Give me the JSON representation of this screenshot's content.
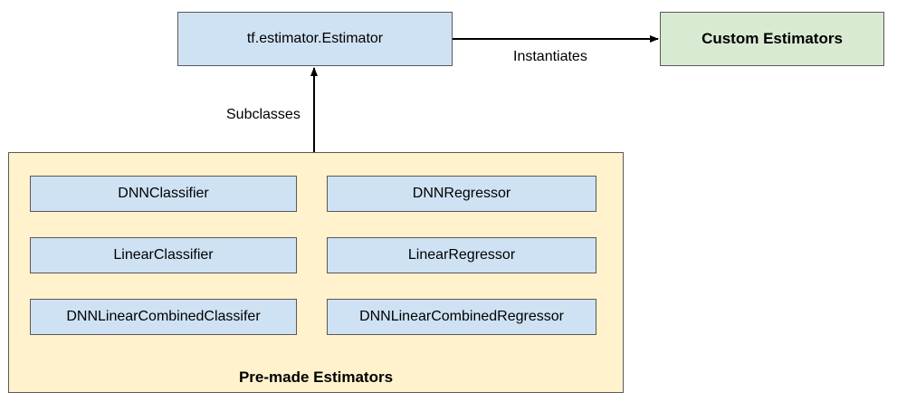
{
  "nodes": {
    "estimator": "tf.estimator.Estimator",
    "custom": "Custom Estimators",
    "premade_group": "Pre-made Estimators",
    "premade": [
      "DNNClassifier",
      "DNNRegressor",
      "LinearClassifier",
      "LinearRegressor",
      "DNNLinearCombinedClassifer",
      "DNNLinearCombinedRegressor"
    ]
  },
  "edges": {
    "instantiates": "Instantiates",
    "subclasses": "Subclasses"
  },
  "colors": {
    "class_box": "#cfe2f3",
    "custom_box": "#d9ead3",
    "group_box": "#fff2cc",
    "border": "#595959"
  }
}
